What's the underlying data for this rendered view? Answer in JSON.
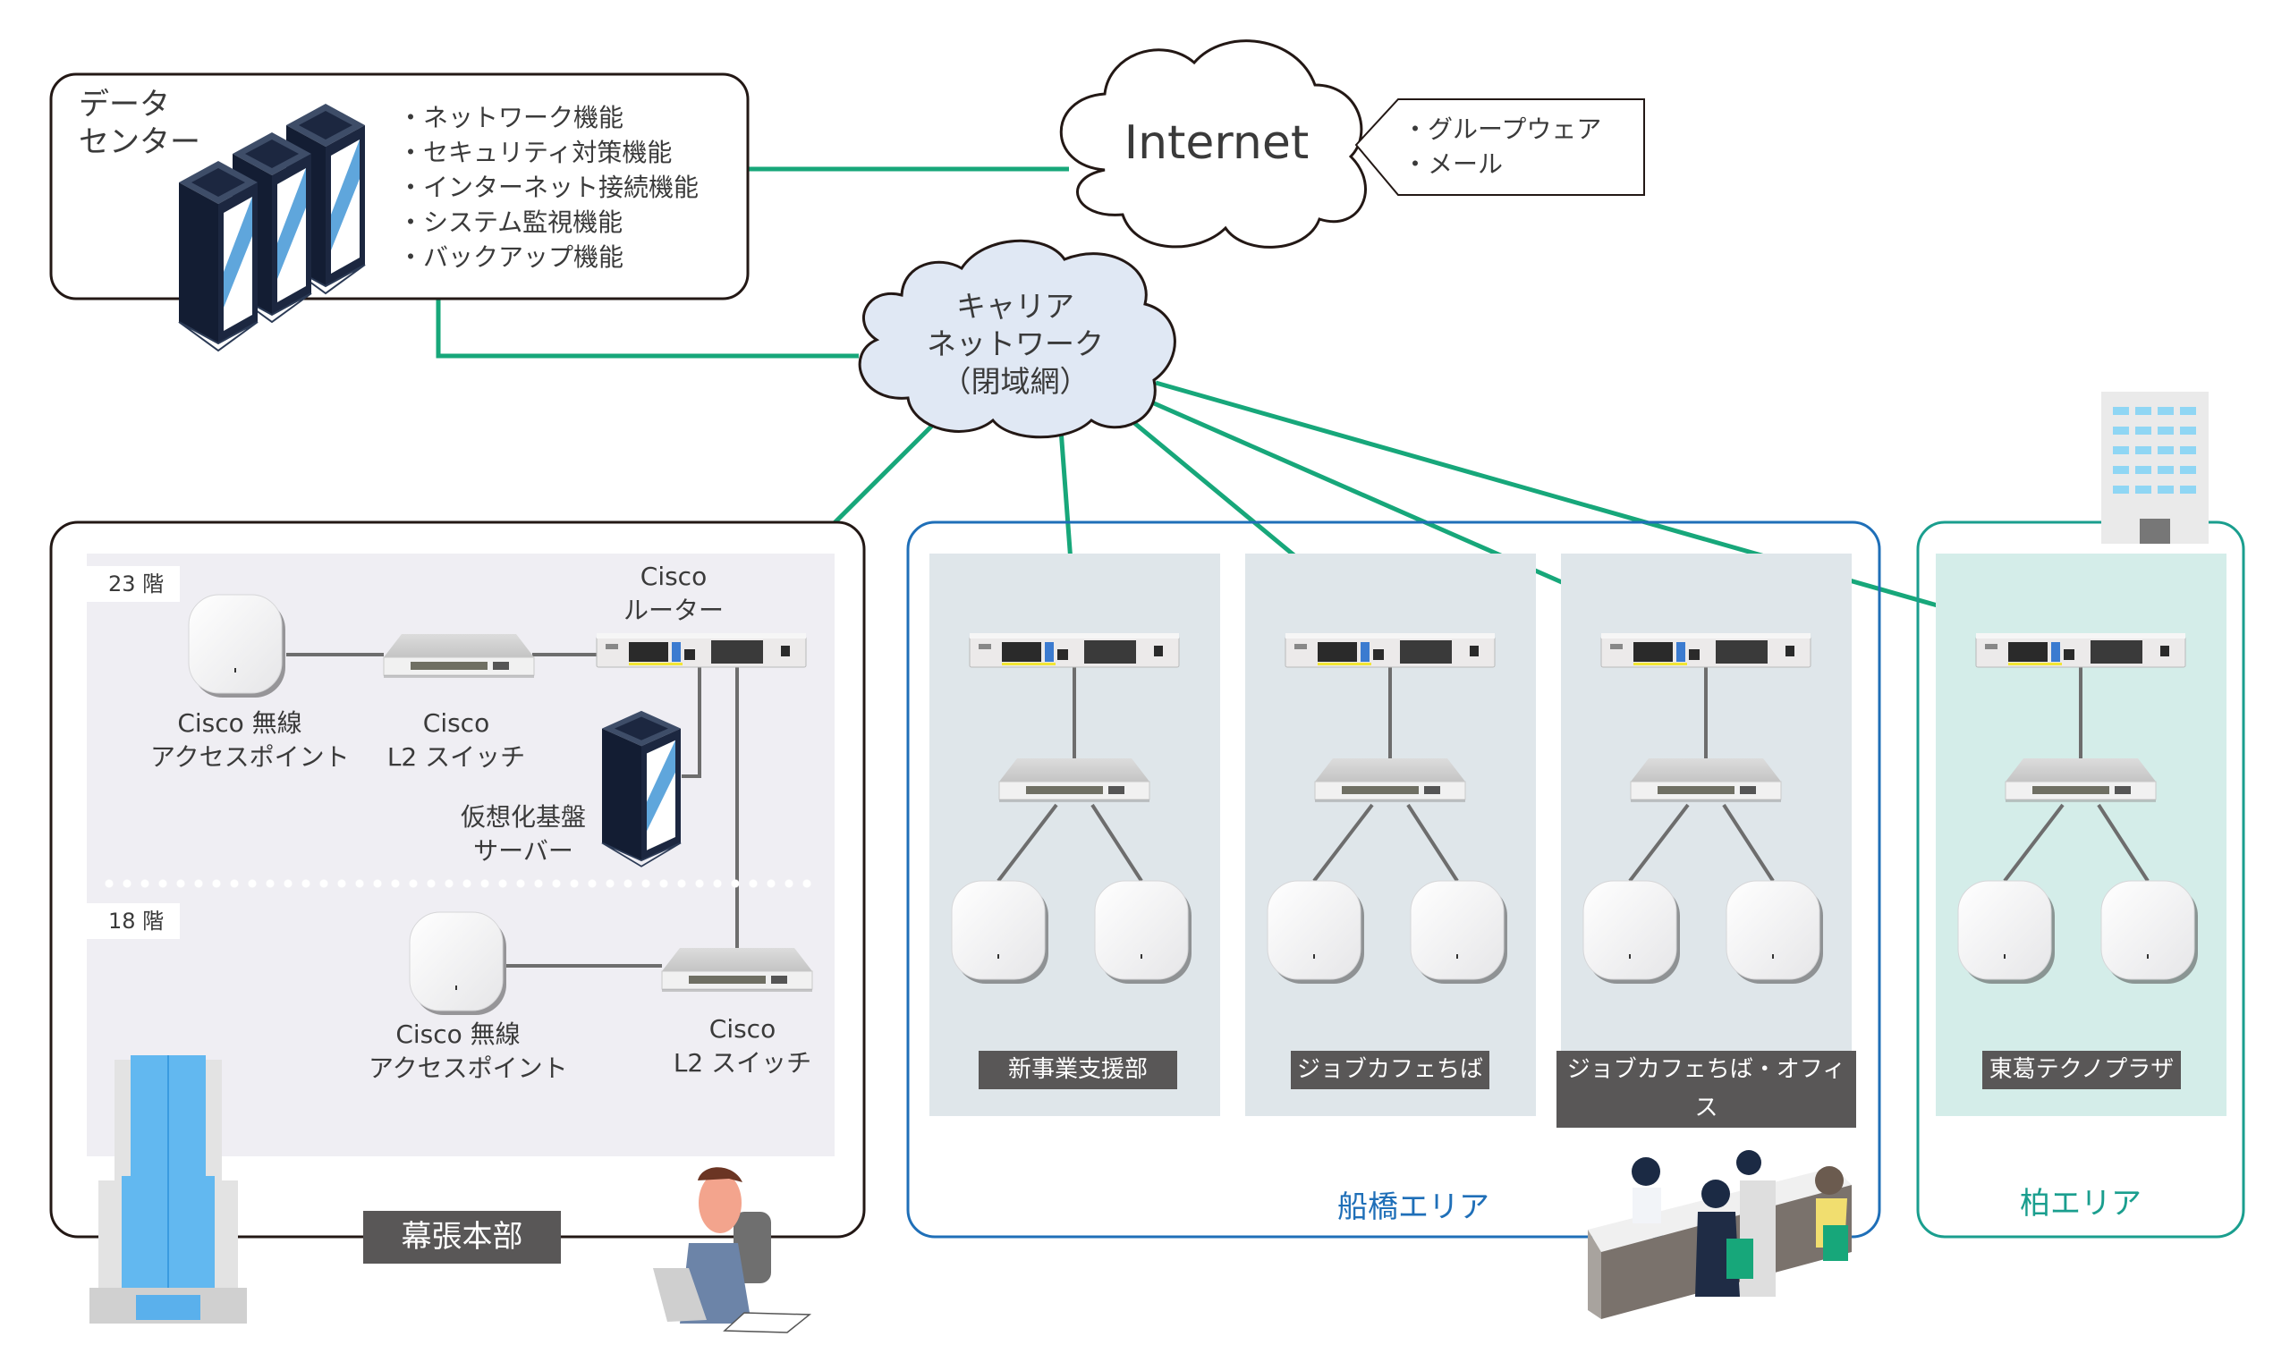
{
  "colors": {
    "link_green": "#17a77a",
    "lan_gray": "#6d6d6d",
    "funabashi_border": "#1f6fb8",
    "kashiwa_border": "#1a9e8e",
    "makuhari_panel": "#efeef3",
    "funabashi_panel": "#dfe6ea",
    "kashiwa_panel": "#d4ede9",
    "carrier_cloud_fill": "#e0e8f4",
    "label_bg": "#595757"
  },
  "datacenter": {
    "title_lines": [
      "データ",
      "センター"
    ],
    "functions": [
      "・ネットワーク機能",
      "・セキュリティ対策機能",
      "・インターネット接続機能",
      "・システム監視機能",
      "・バックアップ機能"
    ],
    "icon": "server-rack-icon"
  },
  "internet": {
    "label": "Internet",
    "services": [
      "・グループウェア",
      "・メール"
    ]
  },
  "carrier": {
    "lines": [
      "キャリア",
      "ネットワーク",
      "（閉域網）"
    ]
  },
  "makuhari": {
    "site_label": "幕張本部",
    "floors": [
      {
        "tag": "23 階",
        "devices": [
          {
            "type": "access-point",
            "label_lines": [
              "Cisco 無線",
              "アクセスポイント"
            ]
          },
          {
            "type": "l2-switch",
            "label_lines": [
              "Cisco",
              "L2 スイッチ"
            ]
          },
          {
            "type": "router",
            "label_lines": [
              "Cisco",
              "ルーター"
            ]
          },
          {
            "type": "server",
            "label_lines": [
              "仮想化基盤",
              "サーバー"
            ]
          }
        ]
      },
      {
        "tag": "18 階",
        "devices": [
          {
            "type": "access-point",
            "label_lines": [
              "Cisco 無線",
              "アクセスポイント"
            ]
          },
          {
            "type": "l2-switch",
            "label_lines": [
              "Cisco",
              "L2 スイッチ"
            ]
          }
        ]
      }
    ]
  },
  "funabashi": {
    "area_label": "船橋エリア",
    "sites": [
      {
        "label": "新事業支援部",
        "access_points": 2
      },
      {
        "label": "ジョブカフェちば",
        "access_points": 2
      },
      {
        "label": "ジョブカフェちば・オフィス",
        "access_points": 2
      }
    ]
  },
  "kashiwa": {
    "area_label": "柏エリア",
    "sites": [
      {
        "label": "東葛テクノプラザ",
        "access_points": 2
      }
    ]
  }
}
